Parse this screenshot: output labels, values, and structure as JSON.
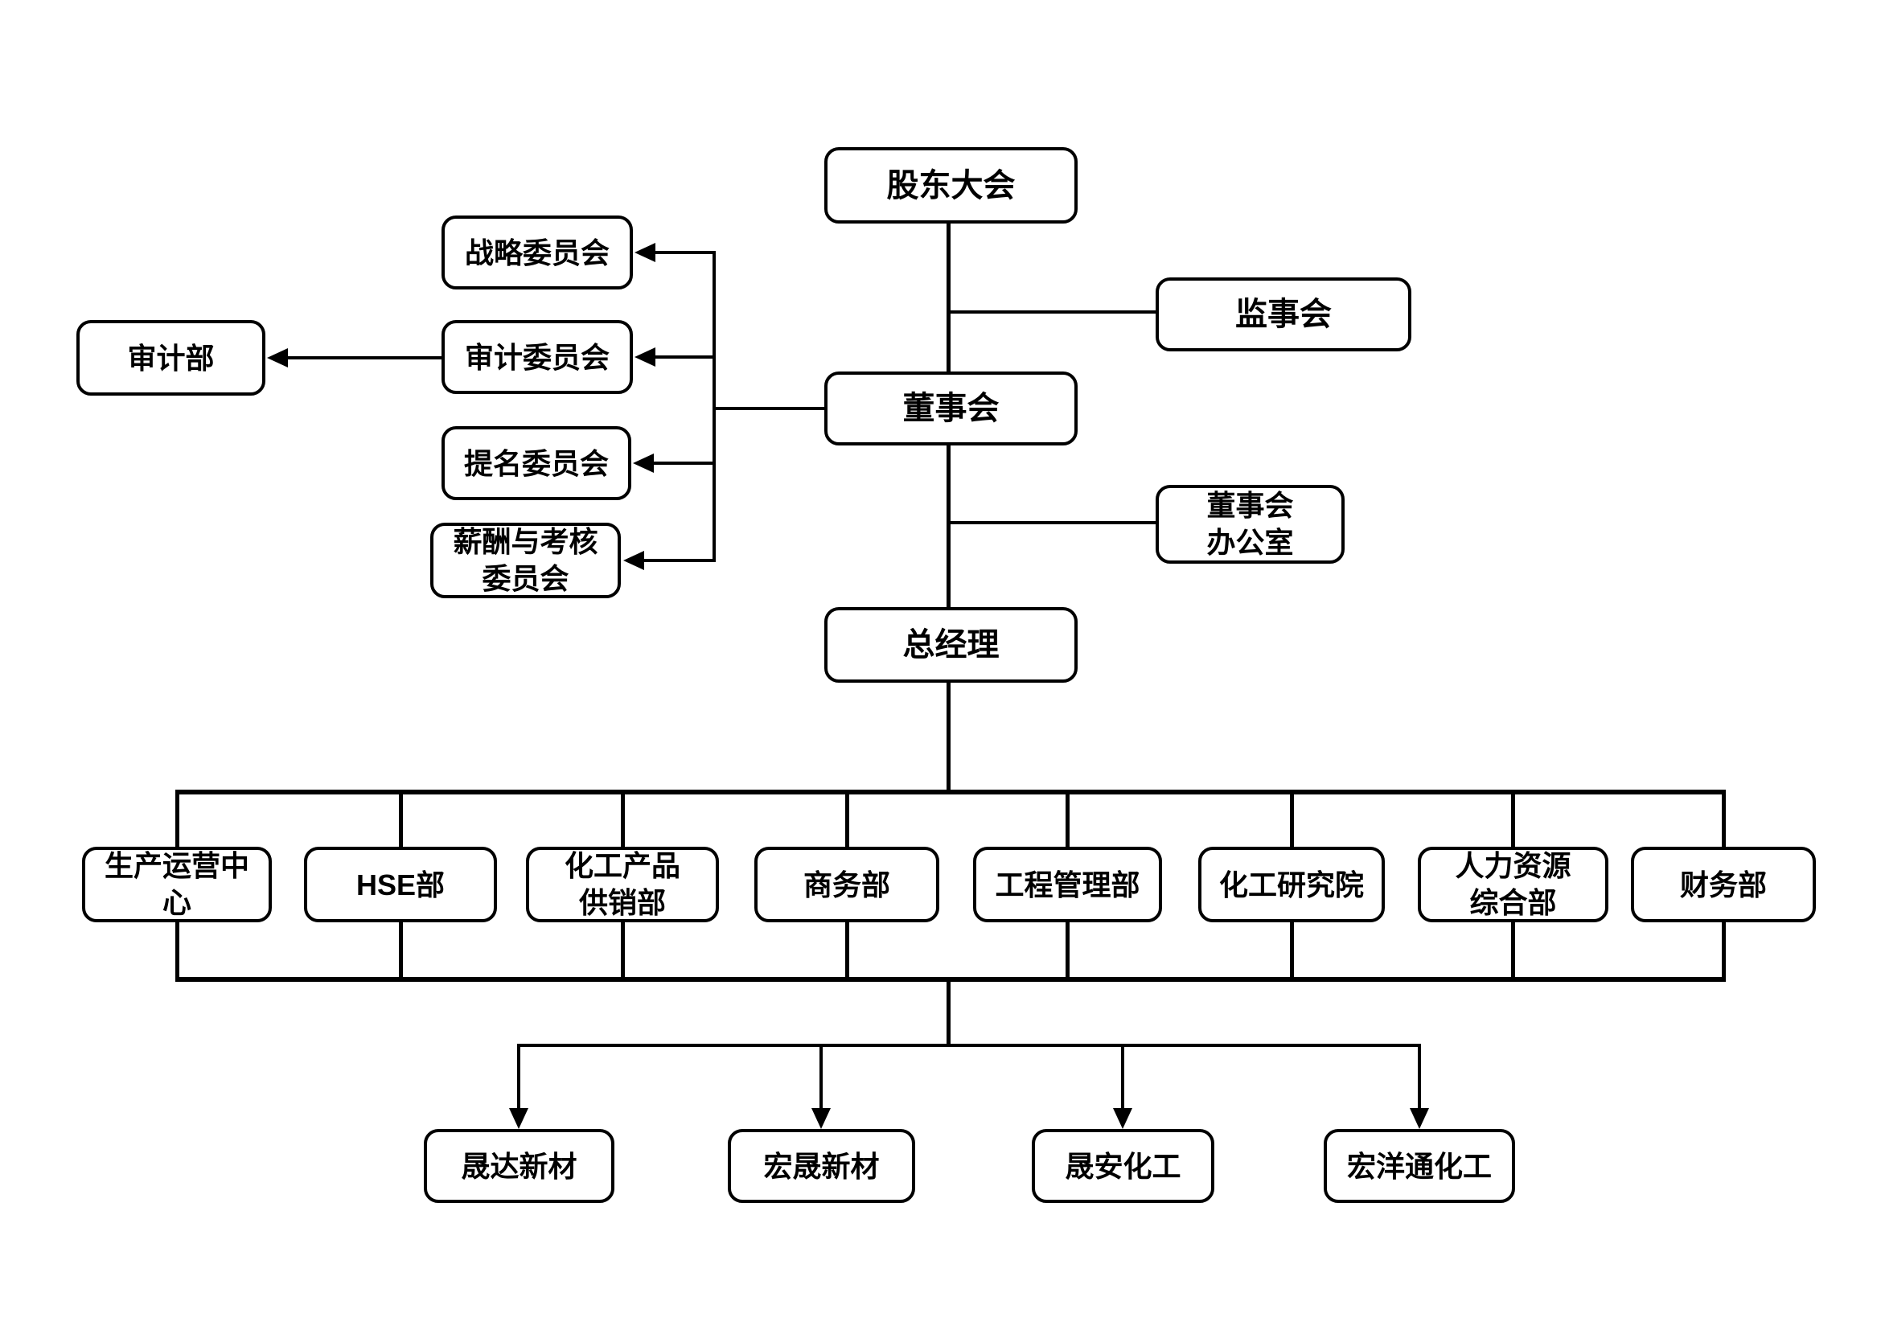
{
  "diagram": {
    "type": "org-chart",
    "nodes": {
      "shareholders": "股东大会",
      "supervisory_board": "监事会",
      "board": "董事会",
      "board_office": "董事会\n办公室",
      "strategy_committee": "战略委员会",
      "audit_committee": "审计委员会",
      "nomination_committee": "提名委员会",
      "remuneration_committee": "薪酬与考核\n委员会",
      "audit_department": "审计部",
      "general_manager": "总经理",
      "departments": [
        "生产运营中\n心",
        "HSE部",
        "化工产品\n供销部",
        "商务部",
        "工程管理部",
        "化工研究院",
        "人力资源\n综合部",
        "财务部"
      ],
      "subsidiaries": [
        "晟达新材",
        "宏晟新材",
        "晟安化工",
        "宏洋通化工"
      ]
    },
    "colors": {
      "line": "#000000",
      "box_border": "#000000",
      "box_background": "#ffffff",
      "page_background": "#ffffff"
    }
  }
}
